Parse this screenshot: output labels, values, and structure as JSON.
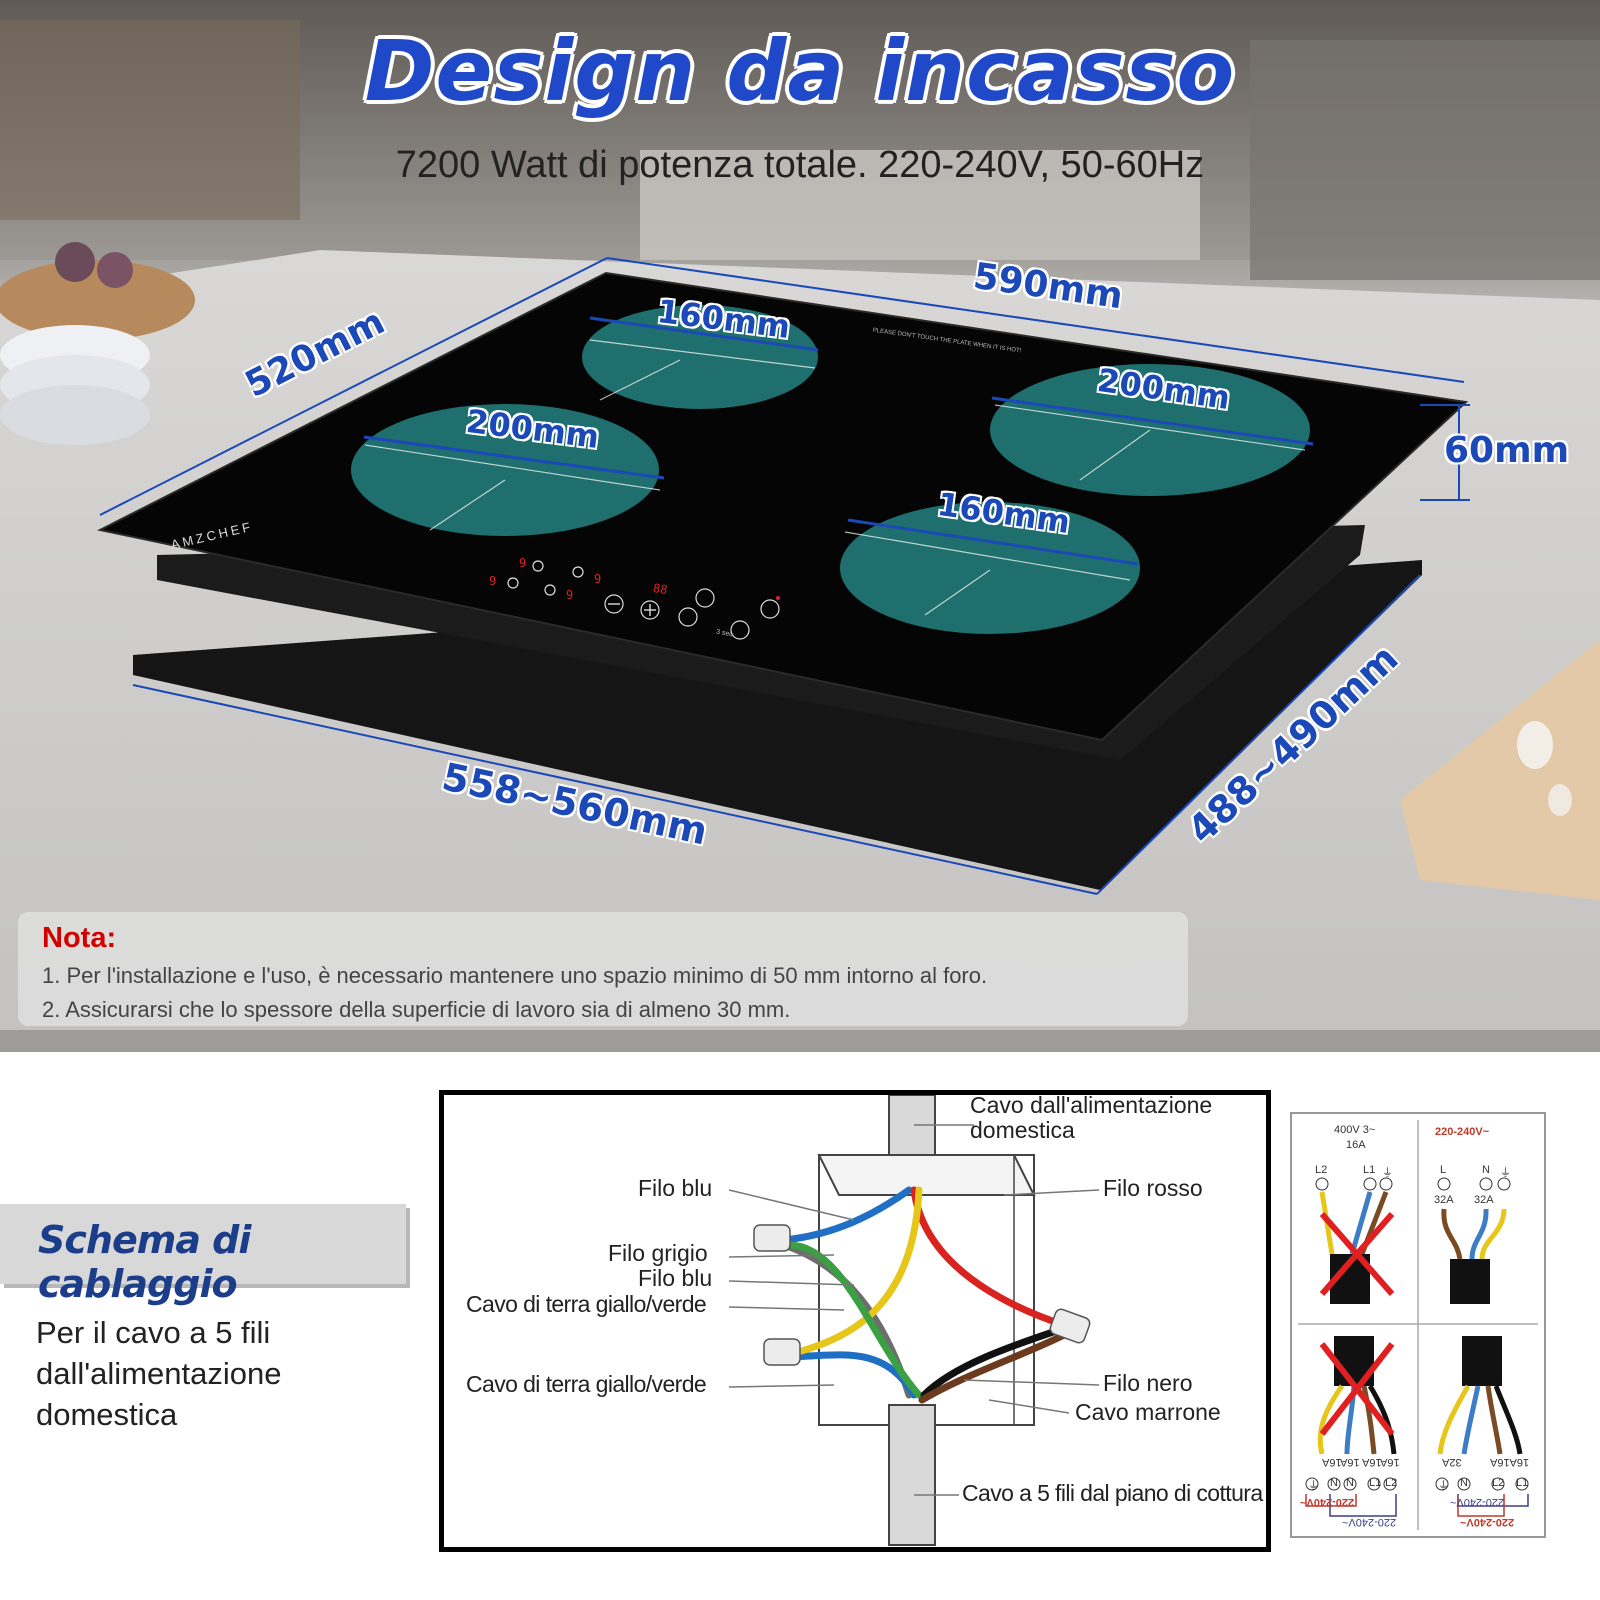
{
  "hero": {
    "title": "Design da incasso",
    "subtitle": "7200 Watt di potenza totale. 220-240V, 50-60Hz",
    "brand": "AMZCHEF",
    "warning_text": "PLEASE DON'T TOUCH THE PLATE WHEN IT IS HOT!",
    "display_text": "88",
    "timer_label": "3 sec",
    "dimensions": {
      "width_top": "590mm",
      "depth_top": "520mm",
      "height": "60mm",
      "cutout_width": "558~560mm",
      "cutout_depth": "488~490mm",
      "zone_back_left": "160mm",
      "zone_front_left": "200mm",
      "zone_back_right": "200mm",
      "zone_front_right": "160mm"
    }
  },
  "note": {
    "title": "Nota:",
    "lines": [
      "1. Per l'installazione e l'uso, è necessario mantenere uno spazio minimo di 50 mm intorno al foro.",
      "2. Assicurarsi che lo spessore della superficie di lavoro sia di almeno 30 mm."
    ]
  },
  "schema": {
    "title": "Schema di cablaggio",
    "description": "Per il cavo a 5 fili dall'alimentazione domestica"
  },
  "wiring": {
    "labels": {
      "house_cable": "Cavo dall'alimentazione domestica",
      "blue_1": "Filo blu",
      "red": "Filo rosso",
      "grey": "Filo grigio",
      "blue_2": "Filo blu",
      "earth_1": "Cavo di terra giallo/verde",
      "earth_2": "Cavo di terra giallo/verde",
      "black": "Filo nero",
      "brown": "Cavo marrone",
      "hob_cable": "Cavo a 5 fili dal piano di cottura"
    },
    "colors": {
      "blue": "#1f6fc4",
      "red": "#d8231f",
      "grey": "#6d6d6d",
      "yellow": "#e6c619",
      "green": "#3aa043",
      "black": "#111111",
      "brown": "#6b3a1f"
    }
  },
  "connections": {
    "q1": {
      "voltage": "400V 3~",
      "current": "16A",
      "terminals": [
        "L2",
        "L1",
        "⏚"
      ]
    },
    "q2": {
      "voltage": "220-240V~",
      "terminals": [
        "L",
        "N",
        "⏚"
      ],
      "fuses": [
        "32A",
        "32A"
      ]
    },
    "q3": {
      "fuses": [
        "16A",
        "16A",
        "16A",
        "16A"
      ],
      "voltages": [
        "220-240V~",
        "220-240V~"
      ],
      "terminals": [
        "⏚",
        "N",
        "N",
        "L1",
        "L2"
      ]
    },
    "q4": {
      "fuses": [
        "32A",
        "16A16A"
      ],
      "voltages": [
        "220-240V~",
        "220-240V~"
      ],
      "terminals": [
        "⏚",
        "N",
        "L2",
        "L1"
      ]
    },
    "accent_red": "#e02020"
  }
}
